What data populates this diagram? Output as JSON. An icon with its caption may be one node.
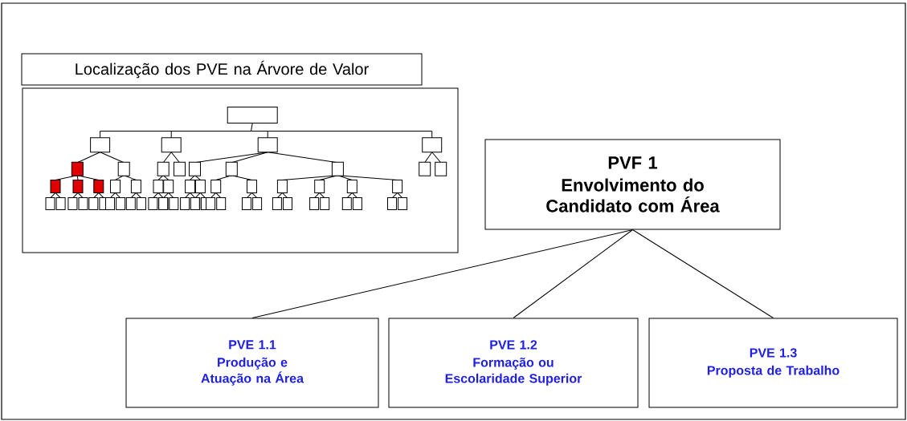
{
  "diagram": {
    "nodes": [
      {
        "text": [
          "Localização dos PVE na Árvore de Valor"
        ]
      },
      {
        "text": [],
        "shape": "picture"
      },
      {
        "text": [
          "PVF 1",
          "Envolvimento do Candidato com Área"
        ]
      },
      {
        "text": [
          "PVE 1.1",
          "Produção e Atuação na Área"
        ]
      },
      {
        "text": [
          "PVE 1.2",
          "Formação ou Escolaridade Superior"
        ]
      },
      {
        "text": [
          "PVE 1.3",
          "Proposta de Trabalho"
        ]
      }
    ],
    "edges": [
      {
        "from": 2,
        "to": 3,
        "arrow": "none"
      },
      {
        "from": 2,
        "to": 4,
        "arrow": "none"
      },
      {
        "from": 2,
        "to": 5,
        "arrow": "none"
      }
    ]
  }
}
